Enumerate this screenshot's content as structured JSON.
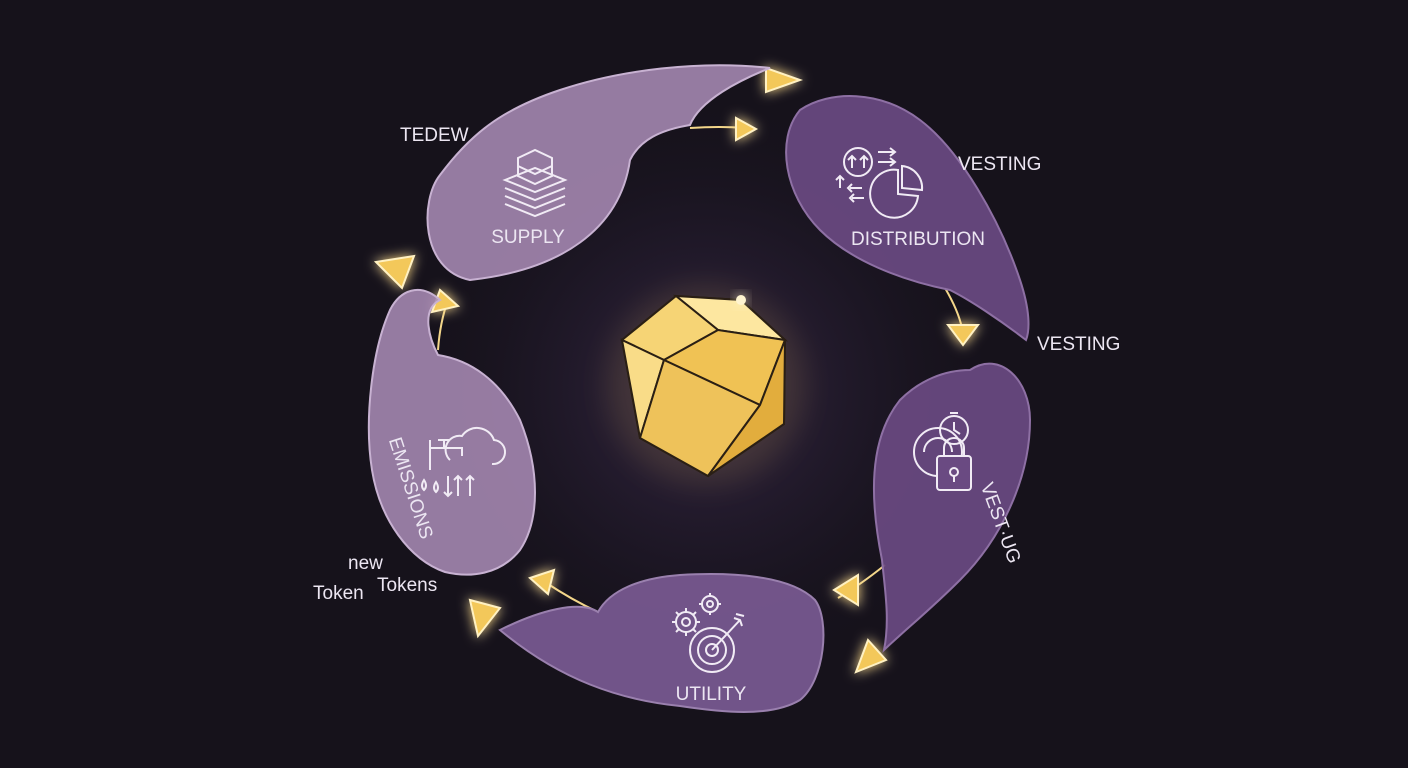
{
  "colors": {
    "background": "#16121b",
    "petal_light": "#a78ab4",
    "petal_dark": "#6a4a82",
    "accent_gold": "#f3c85a",
    "label_text": "#ece6f2"
  },
  "stages": {
    "supply": {
      "label": "SUPPLY",
      "icon": "stacked-layers-icon"
    },
    "distribution": {
      "label": "DISTRIBUTION",
      "icon": "distribution-arrows-pie-icon"
    },
    "vesting": {
      "label": "VEST·UG",
      "icon": "clock-padlock-icon"
    },
    "utility": {
      "label": "UTILITY",
      "icon": "gears-target-icon"
    },
    "emissions": {
      "label": "EMISSIONS",
      "icon": "cloud-faucet-icon"
    }
  },
  "annotations": {
    "tedew": "TEDEW",
    "vesting_top": "VESTING",
    "vesting_right": "VESTING",
    "new": "new",
    "token": "Token",
    "tokens": "Tokens"
  },
  "center": {
    "icon": "polyhedron-token-icon"
  }
}
